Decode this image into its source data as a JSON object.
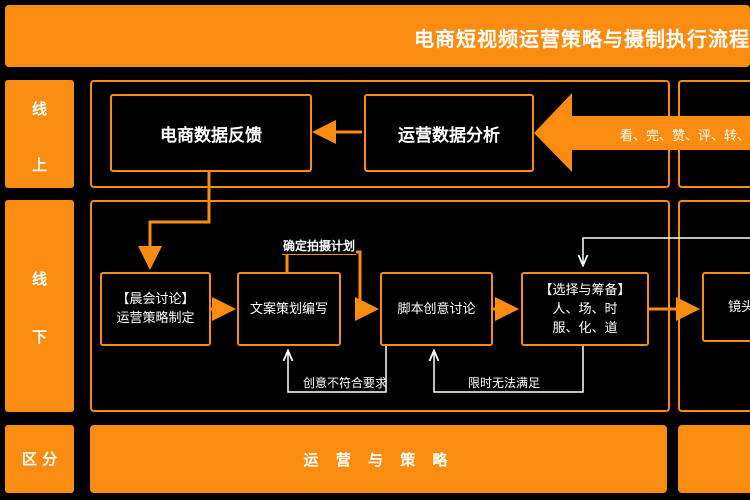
{
  "title": "电商短视频运营策略与摄制执行流程",
  "sidebar": {
    "online": [
      "线",
      "上"
    ],
    "offline": [
      "线",
      "下"
    ],
    "section": "区 分"
  },
  "online": {
    "feedback": "电商数据反馈",
    "analysis": "运营数据分析",
    "metrics": "看、完、赞、评、转、"
  },
  "offline": {
    "plan_label": "确定拍摄计划",
    "morning": [
      "【晨会讨论】",
      "运营策略制定"
    ],
    "copywriting": "文案策划编写",
    "script": "脚本创意讨论",
    "prep": [
      "【选择与筹备】",
      "人、场、时",
      "服、化、道"
    ],
    "shoot": "镜头",
    "reject1": "创意不符合要求",
    "reject2": "限时无法满足"
  },
  "bottom": {
    "strategy": "运 营 与 策 略"
  },
  "colors": {
    "accent": "#fb8c12",
    "background": "#000000",
    "text": "#ffffff"
  }
}
